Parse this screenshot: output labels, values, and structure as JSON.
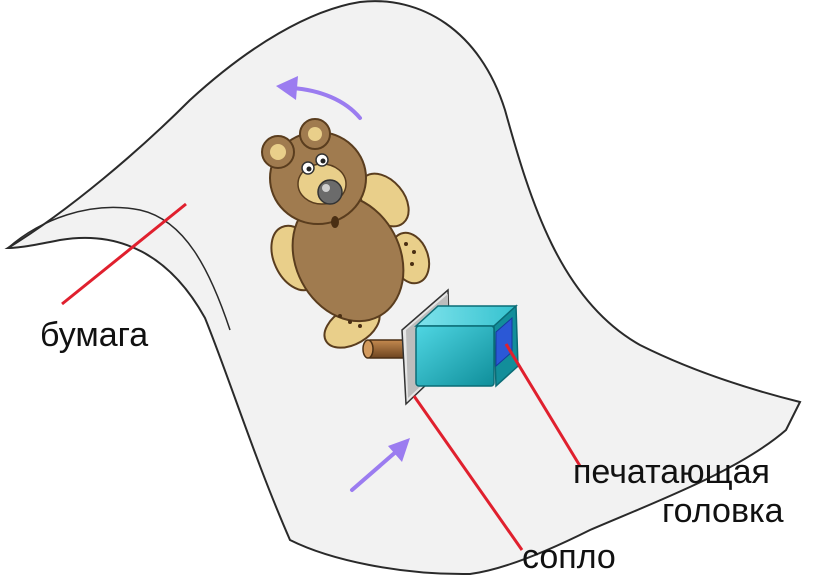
{
  "labels": {
    "paper": "бумага",
    "print_head_line1": "печатающая",
    "print_head_line2": "головка",
    "nozzle": "сопло"
  },
  "colors": {
    "paper_fill": "#f2f2f2",
    "paper_stroke": "#2a2a2a",
    "leader_line": "#e0202e",
    "arrow": "#9b7cf0",
    "bear_body": "#a07b4f",
    "bear_light": "#e9cf8a",
    "print_head": "#1fb7c6",
    "print_head_dark": "#138a96",
    "nozzle": "#8a5a2b"
  },
  "icons": {
    "bear": "bear-picture-icon",
    "arrow_top": "curved-arrow-icon",
    "arrow_bottom": "straight-arrow-icon"
  }
}
